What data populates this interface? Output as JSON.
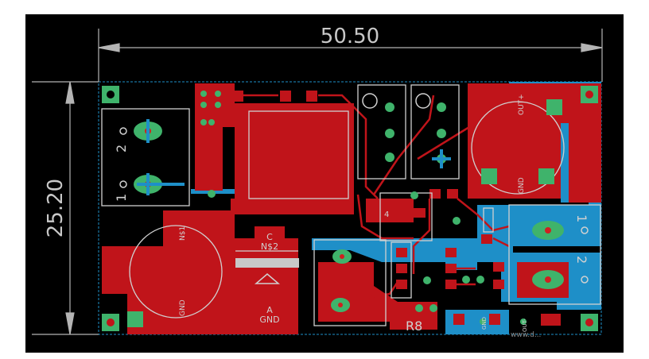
{
  "dimensions": {
    "width_label": "50.50",
    "height_label": "25.20"
  },
  "colors": {
    "background": "#000000",
    "copper_top": "#c0141a",
    "copper_bottom": "#1e8fc8",
    "silkscreen": "#d0d0d0",
    "pad": "#3fb36b",
    "dimension_line": "#b4b4b4"
  },
  "components": [
    {
      "id": "terminal-left",
      "pin1": "1",
      "pin2": "2"
    },
    {
      "id": "terminal-right",
      "pin1": "1",
      "pin2": "2"
    },
    {
      "id": "cap-top-right",
      "plus": "OUT+",
      "minus": "GND"
    },
    {
      "id": "cap-bottom-left",
      "plus": "N$1",
      "minus": "GND"
    },
    {
      "id": "diode",
      "cathode": "C",
      "cathode_net": "N$2",
      "anode": "A",
      "anode_net": "GND"
    }
  ],
  "labels": {
    "ic_pin": "4",
    "resistor": "R8",
    "bottom_gnd": "GND",
    "bottom_out": "OUT-",
    "faint_text": "www.d..."
  },
  "icons": [
    "mounting-hole-icon",
    "diode-symbol-icon",
    "polarity-plus-icon"
  ]
}
